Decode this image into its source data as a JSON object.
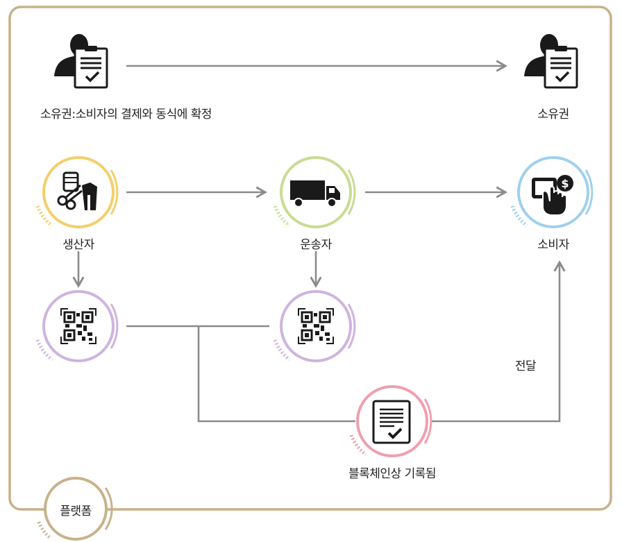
{
  "diagram": {
    "nodes": {
      "owner_top_left": {
        "label": "소유권:소비자의 결제와 동식에 확정",
        "icon": "person-with-certificate-icon"
      },
      "owner_top_right": {
        "label": "소유권",
        "icon": "person-with-certificate-icon"
      },
      "producer": {
        "label": "생산자",
        "icon": "sewing-tools-icon",
        "ring_color": "#f3cf6a"
      },
      "carrier": {
        "label": "운송자",
        "icon": "truck-icon",
        "ring_color": "#c9dc92"
      },
      "consumer": {
        "label": "소비자",
        "icon": "mobile-payment-icon",
        "ring_color": "#9fd0ee"
      },
      "qr_producer": {
        "icon": "qr-code-icon",
        "ring_color": "#cfb3df"
      },
      "qr_carrier": {
        "icon": "qr-code-icon",
        "ring_color": "#cfb3df"
      },
      "blockchain": {
        "label": "블록체인상 기록됨",
        "icon": "document-check-icon",
        "ring_color": "#ef9fae"
      },
      "platform": {
        "label": "플랫폼",
        "ring_color": "#c9b28a"
      }
    },
    "edge_labels": {
      "deliver": "전달"
    },
    "colors": {
      "frame": "#c8b08a",
      "arrow": "#8a8a8a",
      "icon_dark": "#1a1a1a"
    }
  }
}
